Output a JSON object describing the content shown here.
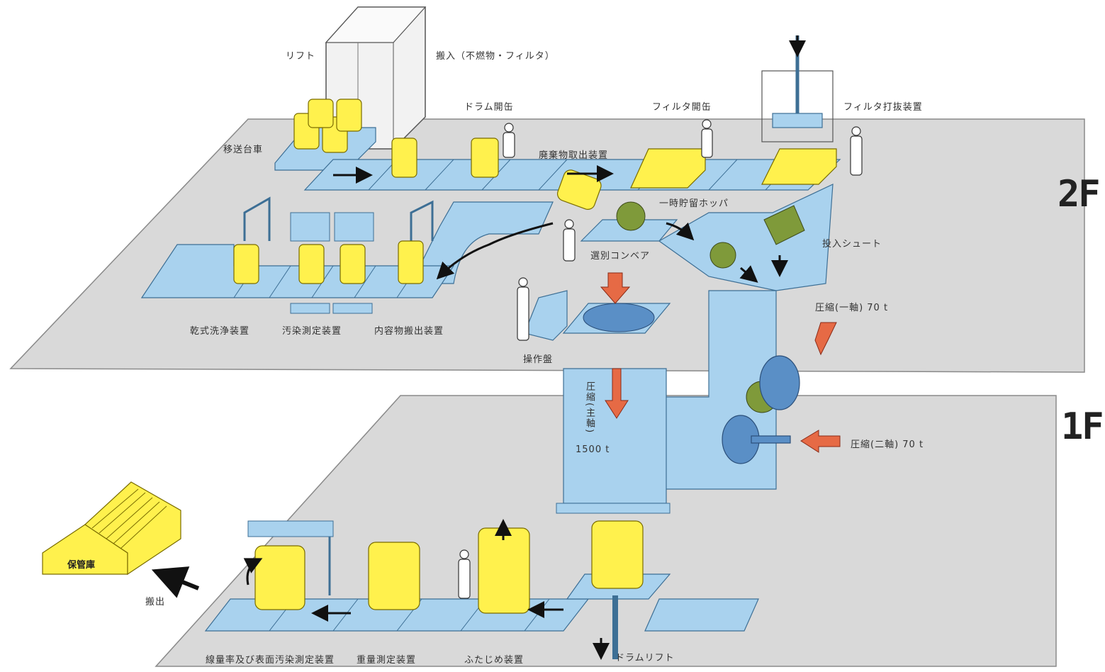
{
  "floors": {
    "upper": "2F",
    "lower": "1F"
  },
  "labels": {
    "lift": "リフト",
    "carry_in": "搬入（不燃物・フィルタ）",
    "transfer_cart": "移送台車",
    "drum_open": "ドラム開缶",
    "filter_open": "フィルタ開缶",
    "filter_punch": "フィルタ打抜装置",
    "waste_extract": "廃棄物取出装置",
    "temp_hopper": "一時貯留ホッパ",
    "input_chute": "投入シュート",
    "sort_conveyor": "選別コンベア",
    "dry_wash": "乾式洗浄装置",
    "contam_measure": "汚染測定装置",
    "content_extract": "内容物搬出装置",
    "control_panel": "操作盤",
    "press_axis1": "圧縮(一軸) 70 t",
    "press_main": "圧縮(主軸)",
    "press_main_t": "1500 t",
    "press_axis2": "圧縮(二軸) 70 t",
    "warehouse": "保管庫",
    "carry_out": "搬出",
    "dose_measure": "線量率及び表面汚染測定装置",
    "weight_measure": "重量測定装置",
    "lid_device": "ふたじめ装置",
    "drum_lift": "ドラムリフト"
  },
  "colors": {
    "floor": "#d9d9d9",
    "floor_edge": "#8a8a8a",
    "conveyor": "#a9d2ee",
    "conveyor_edge": "#3d6f95",
    "drum": "#fff14d",
    "drum_edge": "#7a6c00",
    "waste": "#7f9a3a",
    "press_disc": "#5a8fc6",
    "arrow": "#e66a45"
  }
}
